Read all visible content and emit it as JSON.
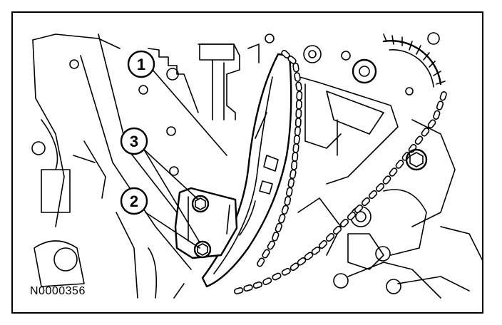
{
  "figure": {
    "reference_code": "N0000356"
  },
  "callouts": [
    {
      "id": "1",
      "label": "1"
    },
    {
      "id": "3",
      "label": "3"
    },
    {
      "id": "2",
      "label": "2"
    }
  ]
}
